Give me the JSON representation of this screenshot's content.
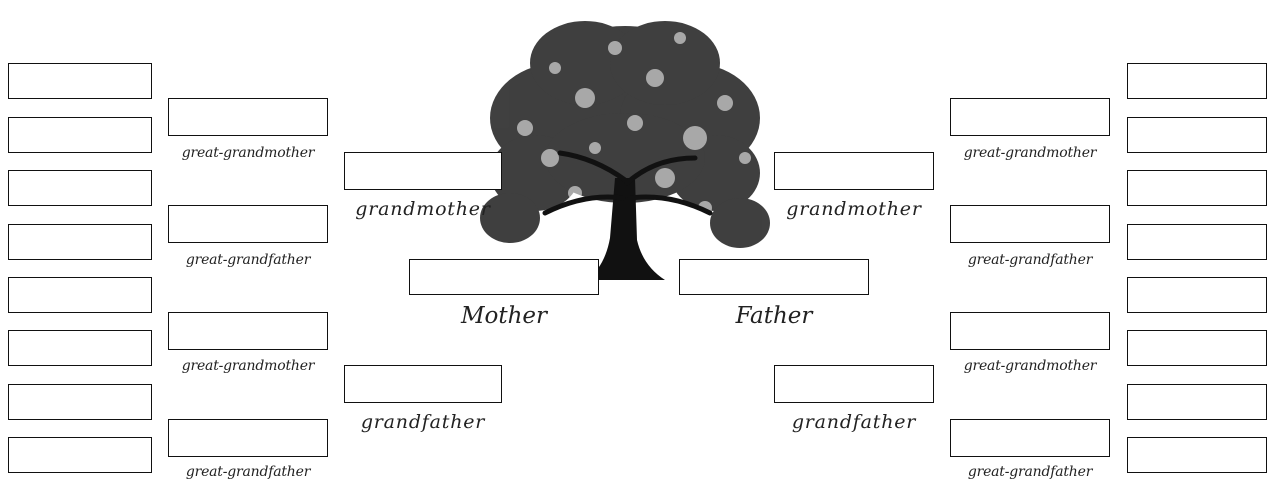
{
  "labels": {
    "great_grandmother": "great-grandmother",
    "great_grandfather": "great-grandfather",
    "grandmother": "grandmother",
    "grandfather": "grandfather",
    "mother": "Mother",
    "father": "Father"
  },
  "colors": {
    "box_border": "#111111",
    "label_text": "#222222",
    "tree_trunk": "#111111",
    "tree_foliage": "#2a2a2a"
  },
  "icons": {
    "tree": "tree-illustration"
  }
}
